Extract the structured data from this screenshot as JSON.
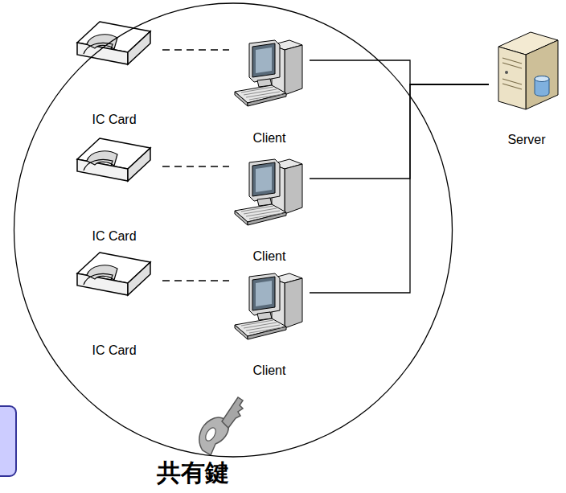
{
  "diagram": {
    "nodes": [
      {
        "text": [
          "共有鍵"
        ]
      },
      {
        "text": [
          "IC Card"
        ],
        "in": 0
      },
      {
        "text": [
          "Client"
        ],
        "in": 0
      },
      {
        "text": [
          "IC Card"
        ],
        "in": 0
      },
      {
        "text": [
          "Client"
        ],
        "in": 0
      },
      {
        "text": [
          "IC Card"
        ],
        "in": 0
      },
      {
        "text": [
          "Client"
        ],
        "in": 0
      },
      {
        "text": [
          "Server"
        ]
      }
    ],
    "edges": [
      {
        "from": 1,
        "to": 2,
        "arrow": "none"
      },
      {
        "from": 3,
        "to": 4,
        "arrow": "none"
      },
      {
        "from": 5,
        "to": 6,
        "arrow": "none"
      },
      {
        "from": 2,
        "to": 7,
        "arrow": "none"
      },
      {
        "from": 4,
        "to": 7,
        "arrow": "none"
      },
      {
        "from": 6,
        "to": 7,
        "arrow": "none"
      }
    ]
  }
}
